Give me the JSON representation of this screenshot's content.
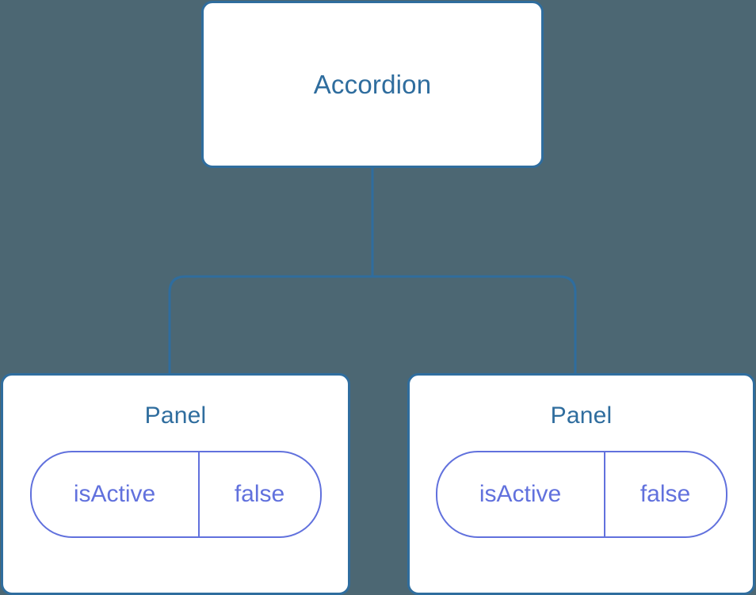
{
  "diagram": {
    "type": "component-tree",
    "background_color": "#4c6773",
    "node_border_color": "#2f6d9e",
    "node_fill_color": "#ffffff",
    "node_title_color": "#2f6d9e",
    "edge_color": "#2f6d9e",
    "state_color": "#6171dd",
    "root": {
      "title": "Accordion"
    },
    "children": [
      {
        "title": "Panel",
        "state": {
          "key": "isActive",
          "value": "false"
        }
      },
      {
        "title": "Panel",
        "state": {
          "key": "isActive",
          "value": "false"
        }
      }
    ]
  }
}
